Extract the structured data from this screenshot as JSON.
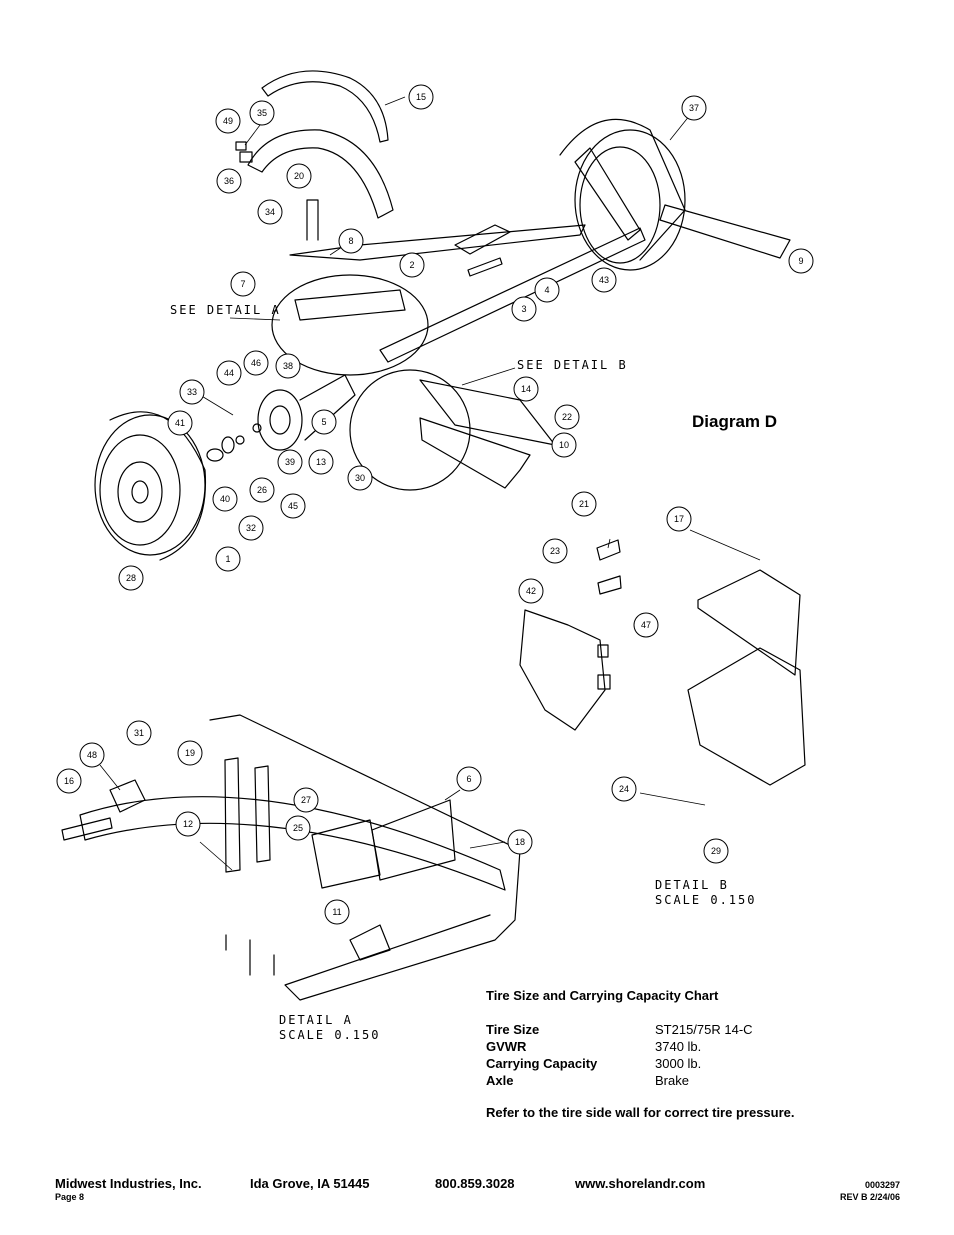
{
  "page": {
    "diagram_title": "Diagram D",
    "see_detail_a": "SEE DETAIL A",
    "see_detail_b": "SEE DETAIL B",
    "detail_a": {
      "line1": "DETAIL A",
      "line2": "SCALE 0.150"
    },
    "detail_b": {
      "line1": "DETAIL B",
      "line2": "SCALE 0.150"
    }
  },
  "callouts": [
    "15",
    "35",
    "49",
    "36",
    "20",
    "34",
    "8",
    "2",
    "7",
    "37",
    "9",
    "43",
    "4",
    "3",
    "44",
    "46",
    "38",
    "33",
    "41",
    "14",
    "22",
    "10",
    "5",
    "13",
    "30",
    "39",
    "40",
    "26",
    "45",
    "32",
    "1",
    "28",
    "21",
    "23",
    "17",
    "42",
    "47",
    "31",
    "48",
    "19",
    "16",
    "12",
    "27",
    "25",
    "6",
    "18",
    "11",
    "24",
    "29"
  ],
  "chart": {
    "title": "Tire Size and Carrying Capacity Chart",
    "rows": [
      {
        "label": "Tire Size",
        "value": "ST215/75R 14-C"
      },
      {
        "label": "GVWR",
        "value": "3740 lb."
      },
      {
        "label": "Carrying Capacity",
        "value": "3000 lb."
      },
      {
        "label": "Axle",
        "value": "Brake"
      }
    ],
    "note": "Refer to the tire side wall for correct tire pressure."
  },
  "footer": {
    "company": "Midwest Industries, Inc.",
    "location": "Ida Grove, IA  51445",
    "phone": "800.859.3028",
    "website": "www.shorelandr.com",
    "page": "Page 8",
    "doc_number": "0003297",
    "revision": "REV  B  2/24/06"
  }
}
